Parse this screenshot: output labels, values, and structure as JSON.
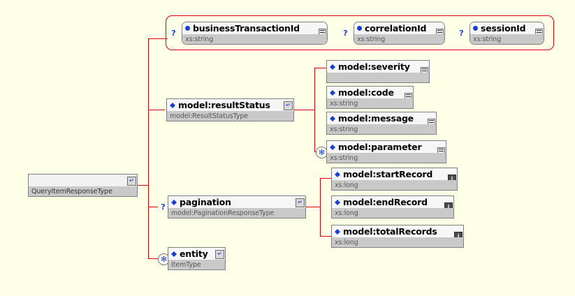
{
  "diagram": {
    "type": "xsd-schema-tree",
    "background_color": "#ffffe8",
    "line_color": "#e00000",
    "icon_color": "#1a3fd0"
  },
  "root": {
    "name": "",
    "type": "QueryItemResponseType",
    "compositor_icon": "sequence-compositor-icon"
  },
  "attribute_group": {
    "border_color": "#e00000",
    "attributes": [
      {
        "name": "businessTransactionId",
        "type": "xs:string",
        "marker": "?",
        "icon": "attribute-dot-icon",
        "badge": "lines-badge"
      },
      {
        "name": "correlationId",
        "type": "xs:string",
        "marker": "?",
        "icon": "attribute-dot-icon",
        "badge": "lines-badge"
      },
      {
        "name": "sessionId",
        "type": "xs:string",
        "marker": "?",
        "icon": "attribute-dot-icon",
        "badge": "lines-badge"
      }
    ]
  },
  "elements": {
    "result_status": {
      "name": "model:resultStatus",
      "type": "model:ResultStatusType",
      "marker": "",
      "icon": "element-diamond-icon",
      "badge": "sequence-compositor-icon",
      "children": [
        {
          "name": "model:severity",
          "type": "",
          "marker": "",
          "icon": "element-diamond-icon",
          "badge": "lines-badge"
        },
        {
          "name": "model:code",
          "type": "xs:string",
          "marker": "",
          "icon": "element-diamond-icon",
          "badge": "lines-badge"
        },
        {
          "name": "model:message",
          "type": "xs:string",
          "marker": "",
          "icon": "element-diamond-icon",
          "badge": "lines-badge"
        },
        {
          "name": "model:parameter",
          "type": "xs:string",
          "marker": "*",
          "icon": "element-diamond-icon",
          "badge": "lines-badge"
        }
      ]
    },
    "pagination": {
      "name": "pagination",
      "type": "model:PaginationResponseType",
      "marker": "?",
      "icon": "element-diamond-icon",
      "badge": "sequence-compositor-icon",
      "children": [
        {
          "name": "model:startRecord",
          "type": "xs:long",
          "marker": "",
          "icon": "element-diamond-icon",
          "badge": "info-badge"
        },
        {
          "name": "model:endRecord",
          "type": "xs:long",
          "marker": "",
          "icon": "element-diamond-icon",
          "badge": "info-badge"
        },
        {
          "name": "model:totalRecords",
          "type": "xs:long",
          "marker": "",
          "icon": "element-diamond-icon",
          "badge": "info-badge"
        }
      ]
    },
    "entity": {
      "name": "entity",
      "type": "ItemType",
      "marker": "*",
      "icon": "element-diamond-icon",
      "badge": "sequence-compositor-icon"
    }
  },
  "markers": {
    "optional": "?",
    "repeating": "✻"
  }
}
